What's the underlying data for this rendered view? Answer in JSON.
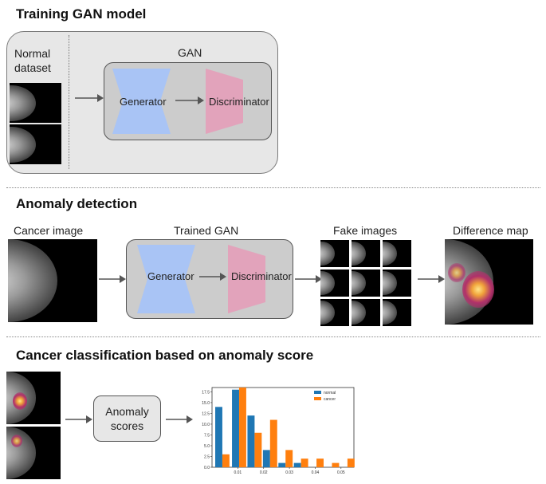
{
  "sections": {
    "training": {
      "title": "Training GAN model",
      "dataset_label": "Normal\ndataset",
      "gan_label": "GAN",
      "generator_label": "Generator",
      "discriminator_label": "Discriminator"
    },
    "detection": {
      "title": "Anomaly detection",
      "cancer_image_label": "Cancer image",
      "trained_gan_label": "Trained GAN",
      "generator_label": "Generator",
      "discriminator_label": "Discriminator",
      "fake_images_label": "Fake images",
      "difference_map_label": "Difference map"
    },
    "classification": {
      "title": "Cancer classification based on anomaly score",
      "anomaly_box_label": "Anomaly\nscores"
    }
  },
  "colors": {
    "generator": "#a9c4f5",
    "discriminator": "#e2a3bb",
    "normal": "#1f77b4",
    "cancer": "#ff7f0e"
  },
  "chart_data": {
    "type": "bar",
    "title": "",
    "xlabel": "",
    "ylabel": "",
    "xlim": [
      0.0,
      0.055
    ],
    "ylim": [
      0,
      18.5
    ],
    "xticks": [
      "0.01",
      "0.02",
      "0.03",
      "0.04",
      "0.05"
    ],
    "xtick_values": [
      0.01,
      0.02,
      0.03,
      0.04,
      0.05
    ],
    "yticks": [
      "0.0",
      "2.5",
      "5.0",
      "7.5",
      "10.0",
      "12.5",
      "15.0",
      "17.5"
    ],
    "ytick_values": [
      0,
      2.5,
      5,
      7.5,
      10,
      12.5,
      15,
      17.5
    ],
    "bin_centers": [
      0.004,
      0.0105,
      0.0165,
      0.0225,
      0.0285,
      0.0345,
      0.0405,
      0.0465,
      0.0525
    ],
    "series": [
      {
        "name": "normal",
        "values": [
          14,
          18,
          12,
          4,
          1,
          1,
          0,
          0,
          0
        ]
      },
      {
        "name": "cancer",
        "values": [
          3,
          18.5,
          8,
          11,
          4,
          2,
          2,
          1,
          2
        ]
      }
    ],
    "legend_position": "top-right"
  }
}
